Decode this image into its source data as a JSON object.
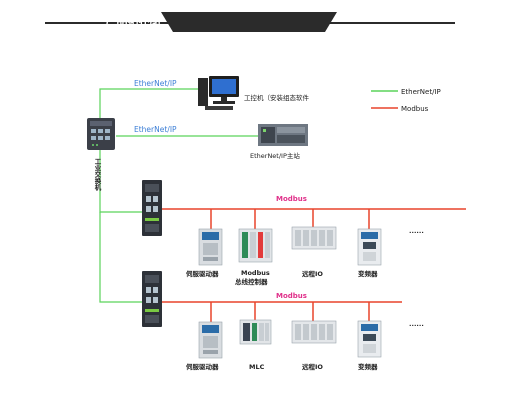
{
  "header": {
    "title": "产品拓扑图"
  },
  "legend": {
    "ethernet": {
      "label": "EtherNet/IP",
      "color": "#5ad35a"
    },
    "modbus": {
      "label": "Modbus",
      "color": "#e8442b"
    }
  },
  "top_network": {
    "link_label_1": "EtherNet/IP",
    "link_label_2": "EtherNet/IP",
    "pc_label": "工控机（安装组态软件",
    "master_label": "EtherNet/IP主站",
    "switch_label": "工业交换机"
  },
  "bus1": {
    "bus_label": "Modbus",
    "devices": {
      "servo": "伺服驱动器",
      "controller_line1": "Modbus",
      "controller_line2": "总线控制器",
      "remote_io": "远程IO",
      "inverter": "变频器"
    },
    "ellipsis": "......"
  },
  "bus2": {
    "bus_label": "Modbus",
    "devices": {
      "servo": "伺服驱动器",
      "mlc": "MLC",
      "remote_io": "远程IO",
      "inverter": "变频器"
    },
    "ellipsis": "......"
  }
}
